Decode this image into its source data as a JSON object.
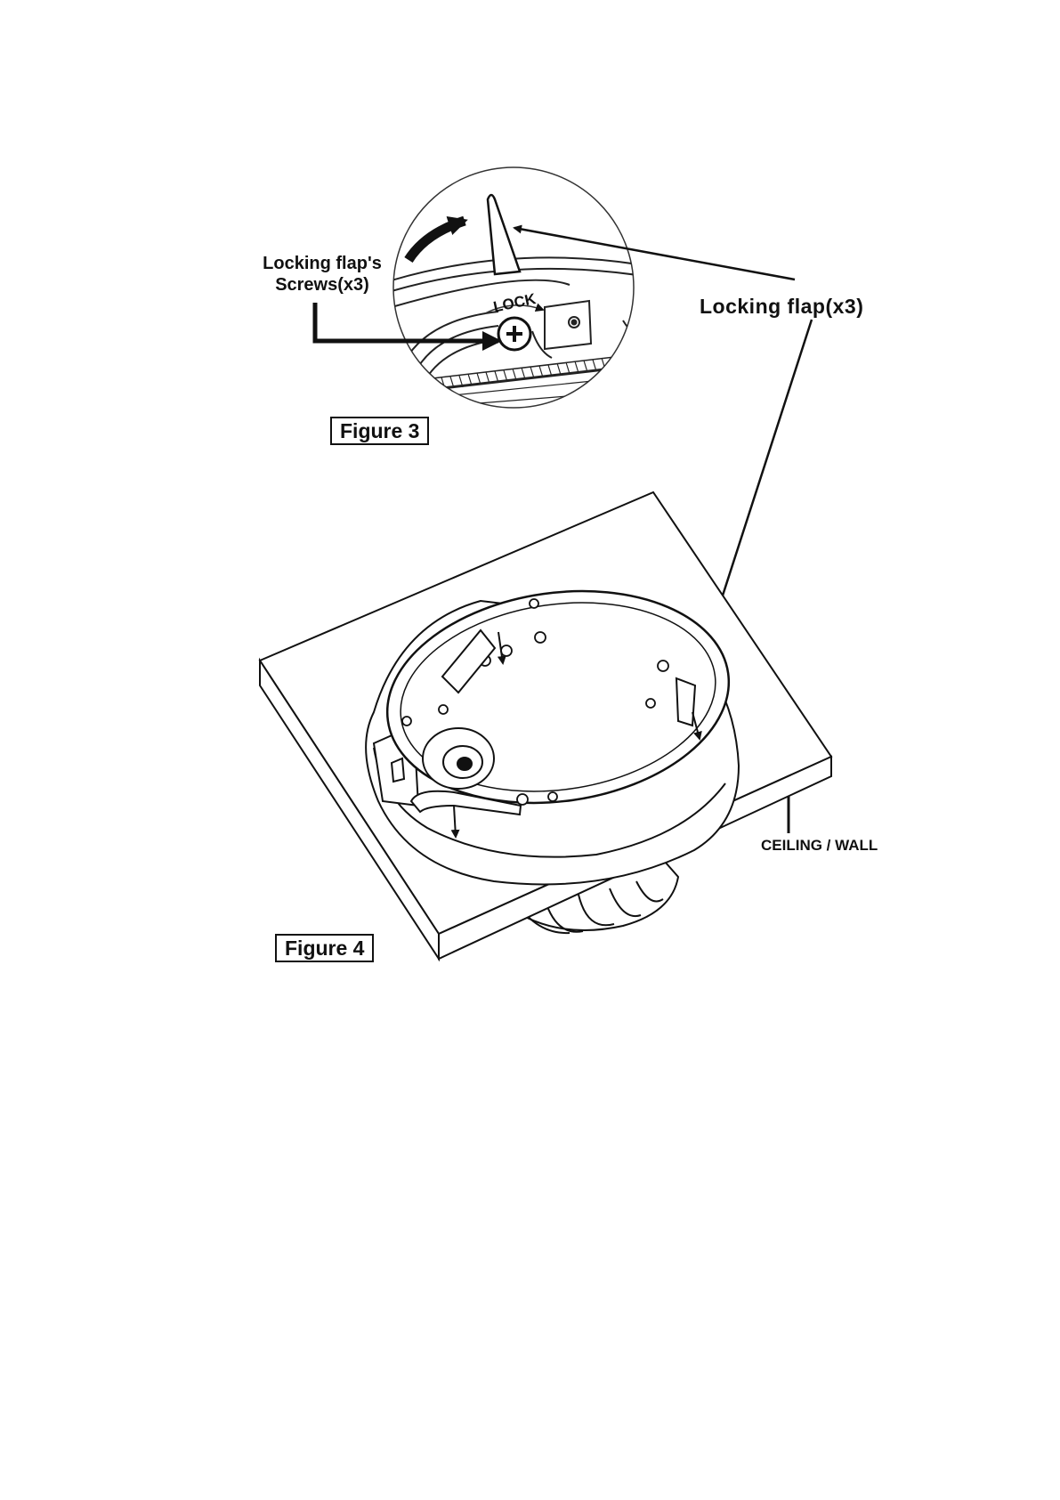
{
  "figure3": {
    "title": "Figure 3",
    "lock_text": "LOCK",
    "screws_label_line1": "Locking flap's",
    "screws_label_line2": "Screws(x3)",
    "flap_label": "Locking flap(x3)"
  },
  "figure4": {
    "title": "Figure 4",
    "surface_label": "CEILING / WALL"
  },
  "icons": {
    "screw": "phillips-screw-icon",
    "rotate_arrow": "curved-arrow-icon"
  },
  "colors": {
    "ink": "#111111",
    "paper": "#ffffff"
  }
}
